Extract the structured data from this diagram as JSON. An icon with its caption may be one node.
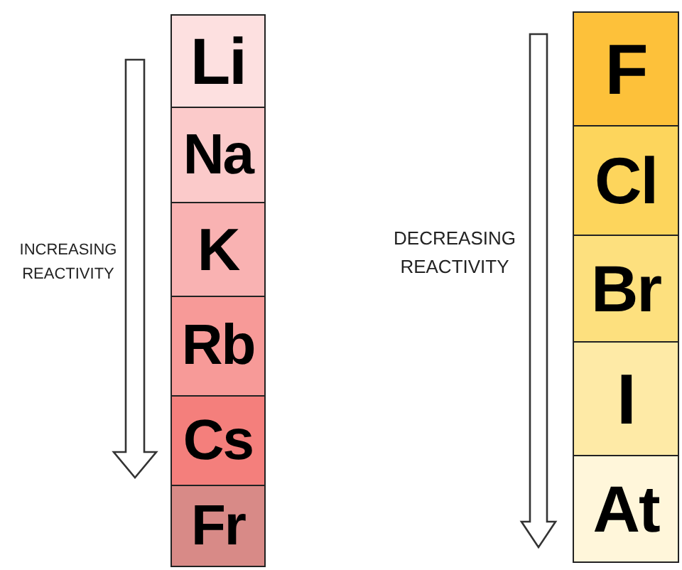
{
  "diagram": {
    "nodes": [
      {
        "text": [
          "Li"
        ]
      },
      {
        "text": [
          "Na"
        ]
      },
      {
        "text": [
          "K"
        ]
      },
      {
        "text": [
          "Rb"
        ]
      },
      {
        "text": [
          "Cs"
        ]
      },
      {
        "text": [
          "Fr"
        ]
      },
      {
        "text": [
          "F"
        ]
      },
      {
        "text": [
          "Cl"
        ]
      },
      {
        "text": [
          "Br"
        ]
      },
      {
        "text": [
          "I"
        ]
      },
      {
        "text": [
          "At"
        ]
      }
    ],
    "labels": [
      "INCREASING REACTIVITY",
      "DECREASING REACTIVITY"
    ]
  }
}
